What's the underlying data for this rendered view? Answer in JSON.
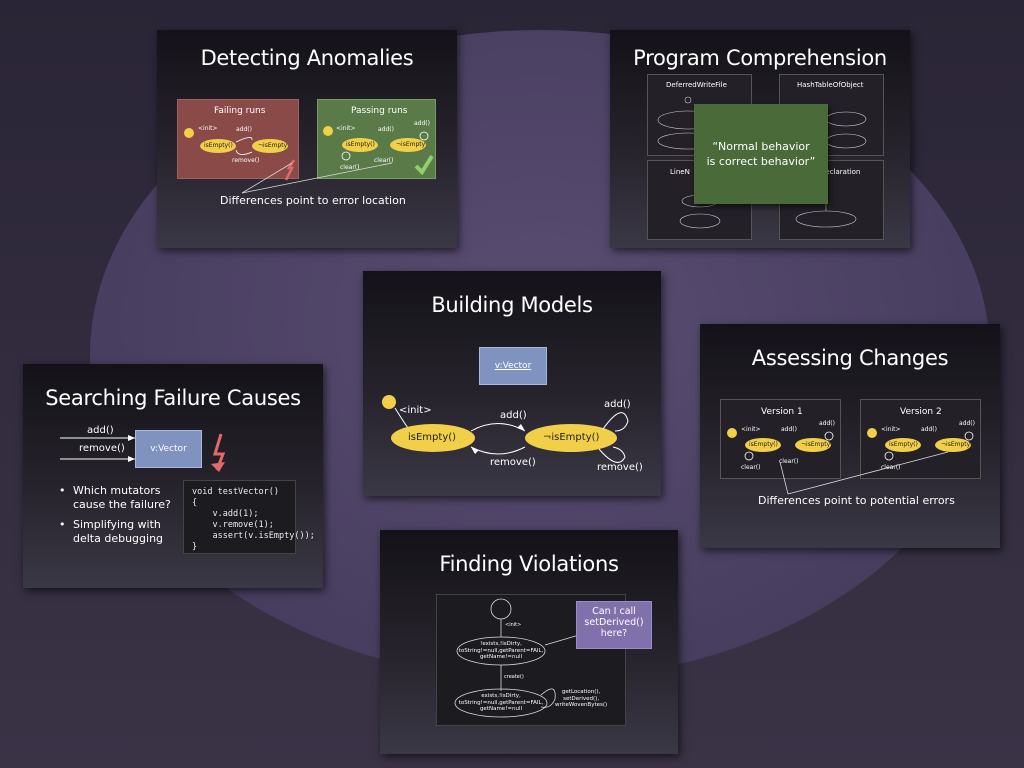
{
  "slides": {
    "detecting": {
      "title": "Detecting Anomalies",
      "failing_label": "Failing runs",
      "passing_label": "Passing runs",
      "init": "<init>",
      "add": "add()",
      "remove": "remove()",
      "clear": "clear()",
      "is_empty": "isEmpty()",
      "not_empty": "¬isEmpty",
      "caption": "Differences point to error location",
      "colors": {
        "failing": "#8a4a48",
        "passing": "#5a7a48"
      }
    },
    "comprehension": {
      "title": "Program Comprehension",
      "thumb1": "DeferredWriteFile",
      "thumb2": "HashTableOfObject",
      "thumb3": "LineN",
      "thumb4": "Declaration",
      "quote": "“Normal behavior\nis correct behavior”"
    },
    "building": {
      "title": "Building Models",
      "vector": "v:Vector",
      "init": "<init>",
      "add": "add()",
      "add2": "add()",
      "remove": "remove()",
      "remove2": "remove()",
      "is_empty": "isEmpty()",
      "not_empty": "¬isEmpty()"
    },
    "searching": {
      "title": "Searching Failure Causes",
      "add": "add()",
      "remove": "remove()",
      "vector": "v:Vector",
      "bullet1_line1": "Which mutators",
      "bullet1_line2": "cause the failure?",
      "bullet2_line1": "Simplifying with",
      "bullet2_line2": "delta debugging",
      "code": "void testVector()\n{\n    v.add(1);\n    v.remove(1);\n    assert(v.isEmpty());\n}"
    },
    "assessing": {
      "title": "Assessing Changes",
      "version1": "Version 1",
      "version2": "Version 2",
      "init": "<init>",
      "add": "add()",
      "clear": "clear()",
      "is_empty": "isEmpty()",
      "not_empty": "¬isEmpty",
      "caption": "Differences point to potential errors"
    },
    "violations": {
      "title": "Finding Violations",
      "init": "<init>",
      "state1_line1": "!exists,!isDirty,",
      "state1_line2": "toString!=null,getParent=FAIL,",
      "state1_line3": "getName!=null",
      "create": "create()",
      "state2_line1": "exists,!isDirty,",
      "state2_line2": "toString!=null,getParent=FAIL,",
      "state2_line3": "getName!=null",
      "loop_line1": "getLocation(),",
      "loop_line2": "setDerived(),",
      "loop_line3": "writeWovenBytes()",
      "callout_line1": "Can I call",
      "callout_line2": "setDerived()",
      "callout_line3": "here?"
    }
  }
}
